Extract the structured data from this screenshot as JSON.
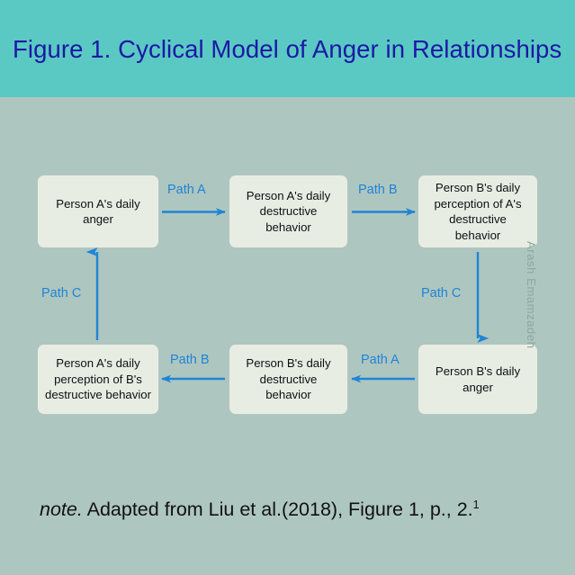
{
  "figure": {
    "banner_title": "Figure 1. Cyclical Model of Anger in Relationships",
    "banner_color": "#5ac9c3",
    "canvas_color": "#aec6c0",
    "title_color": "#1b18a6",
    "box_fill": "#e8ede4",
    "arrow_color": "#1f84d6",
    "label_color": "#1f84d6",
    "watermark": "Arash Emamzadeh",
    "watermark_color": "#8fa6a1"
  },
  "nodes": {
    "a_anger": {
      "line1": "Person A's daily",
      "line2": "anger"
    },
    "a_behavior": {
      "line1": "Person A's daily",
      "line2": "destructive behavior"
    },
    "b_perception": {
      "line1": "Person B's daily",
      "line2": "perception of A's",
      "line3": "destructive behavior"
    },
    "a_perception": {
      "line1": "Person A's daily",
      "line2": "perception of B's",
      "line3": "destructive behavior"
    },
    "b_behavior": {
      "line1": "Person B's daily",
      "line2": "destructive behavior"
    },
    "b_anger": {
      "line1": "Person B's daily",
      "line2": "anger"
    }
  },
  "paths": {
    "a_top": "Path A",
    "b_top": "Path B",
    "c_right": "Path C",
    "b_bottom": "Path B",
    "a_bottom": "Path A",
    "c_left": "Path C"
  },
  "note": {
    "italic_word": "note.",
    "text": " Adapted from Liu et al.(2018), Figure 1, p., 2.",
    "superscript": "1"
  }
}
